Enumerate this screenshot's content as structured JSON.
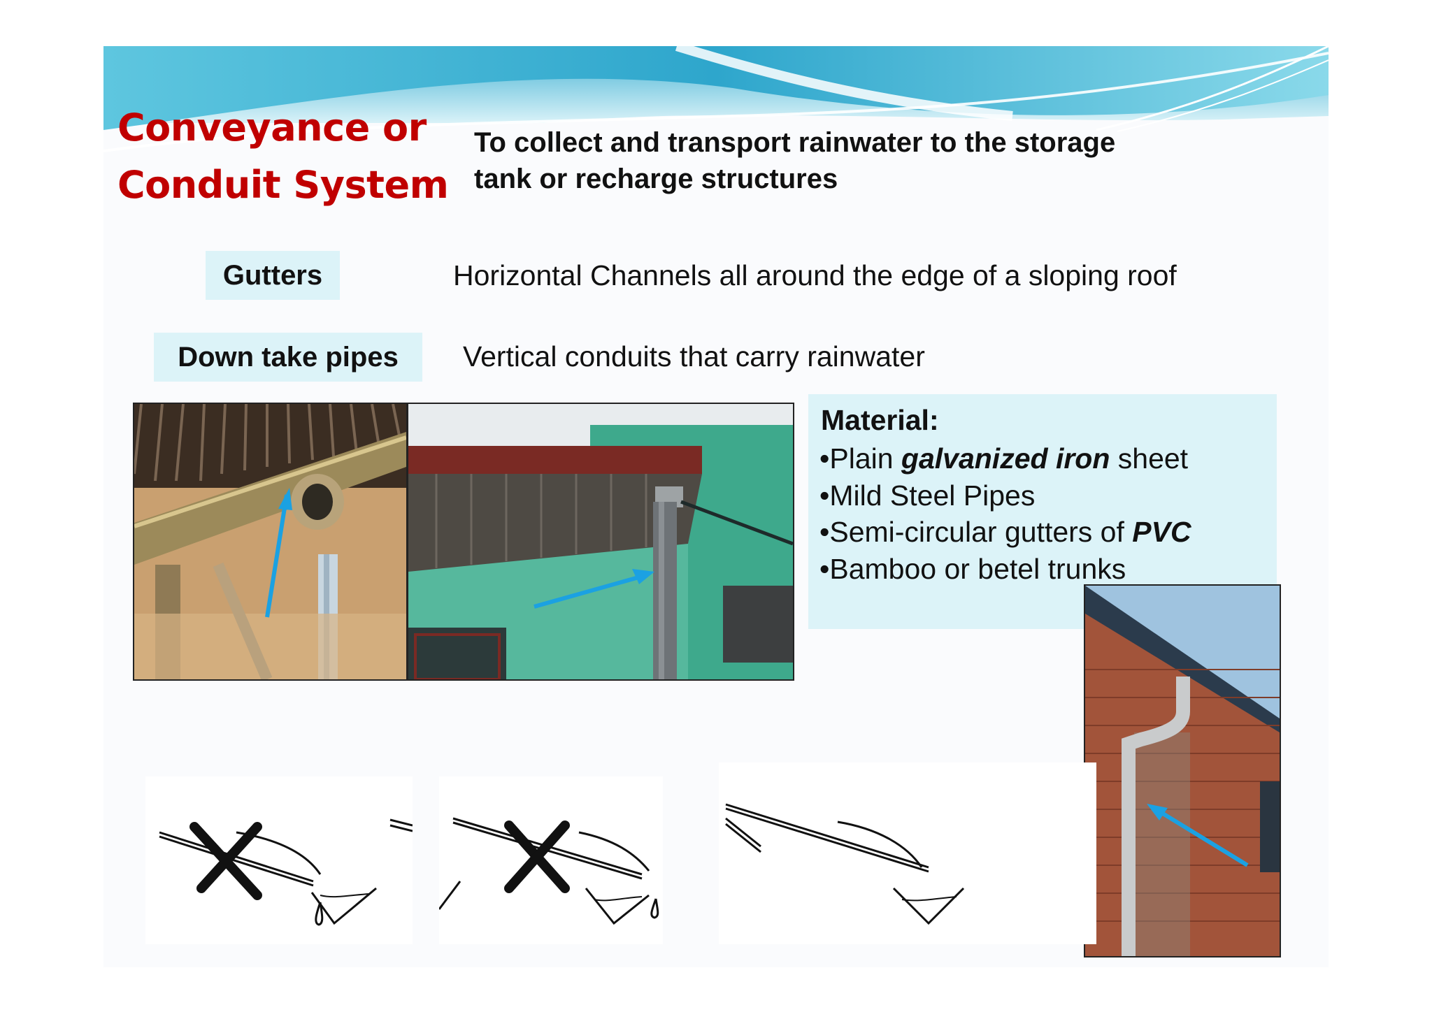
{
  "title": {
    "line1": "Conveyance or",
    "line2": "Conduit System"
  },
  "subtitle": {
    "line1": "To collect and transport rainwater to the storage",
    "line2": "tank or recharge structures"
  },
  "terms": [
    {
      "label": "Gutters",
      "description": "Horizontal Channels all around the edge of a sloping roof"
    },
    {
      "label": "Down take pipes",
      "description": "Vertical conduits that carry rainwater"
    }
  ],
  "material": {
    "heading": "Material:",
    "items": [
      {
        "bullet": "•",
        "before": "Plain ",
        "emph": "galvanized iron",
        "after": " sheet"
      },
      {
        "bullet": "•",
        "before": "Mild Steel Pipes",
        "emph": "",
        "after": ""
      },
      {
        "bullet": "•",
        "before": "Semi-circular gutters of ",
        "emph": "PVC",
        "after": ""
      },
      {
        "bullet": "•",
        "before": "Bamboo or betel trunks",
        "emph": "",
        "after": ""
      }
    ]
  },
  "colors": {
    "title": "#c00000",
    "highlight": "#dcf3f8",
    "arrow": "#1ba1e2",
    "wave": "#3fb6d3"
  }
}
